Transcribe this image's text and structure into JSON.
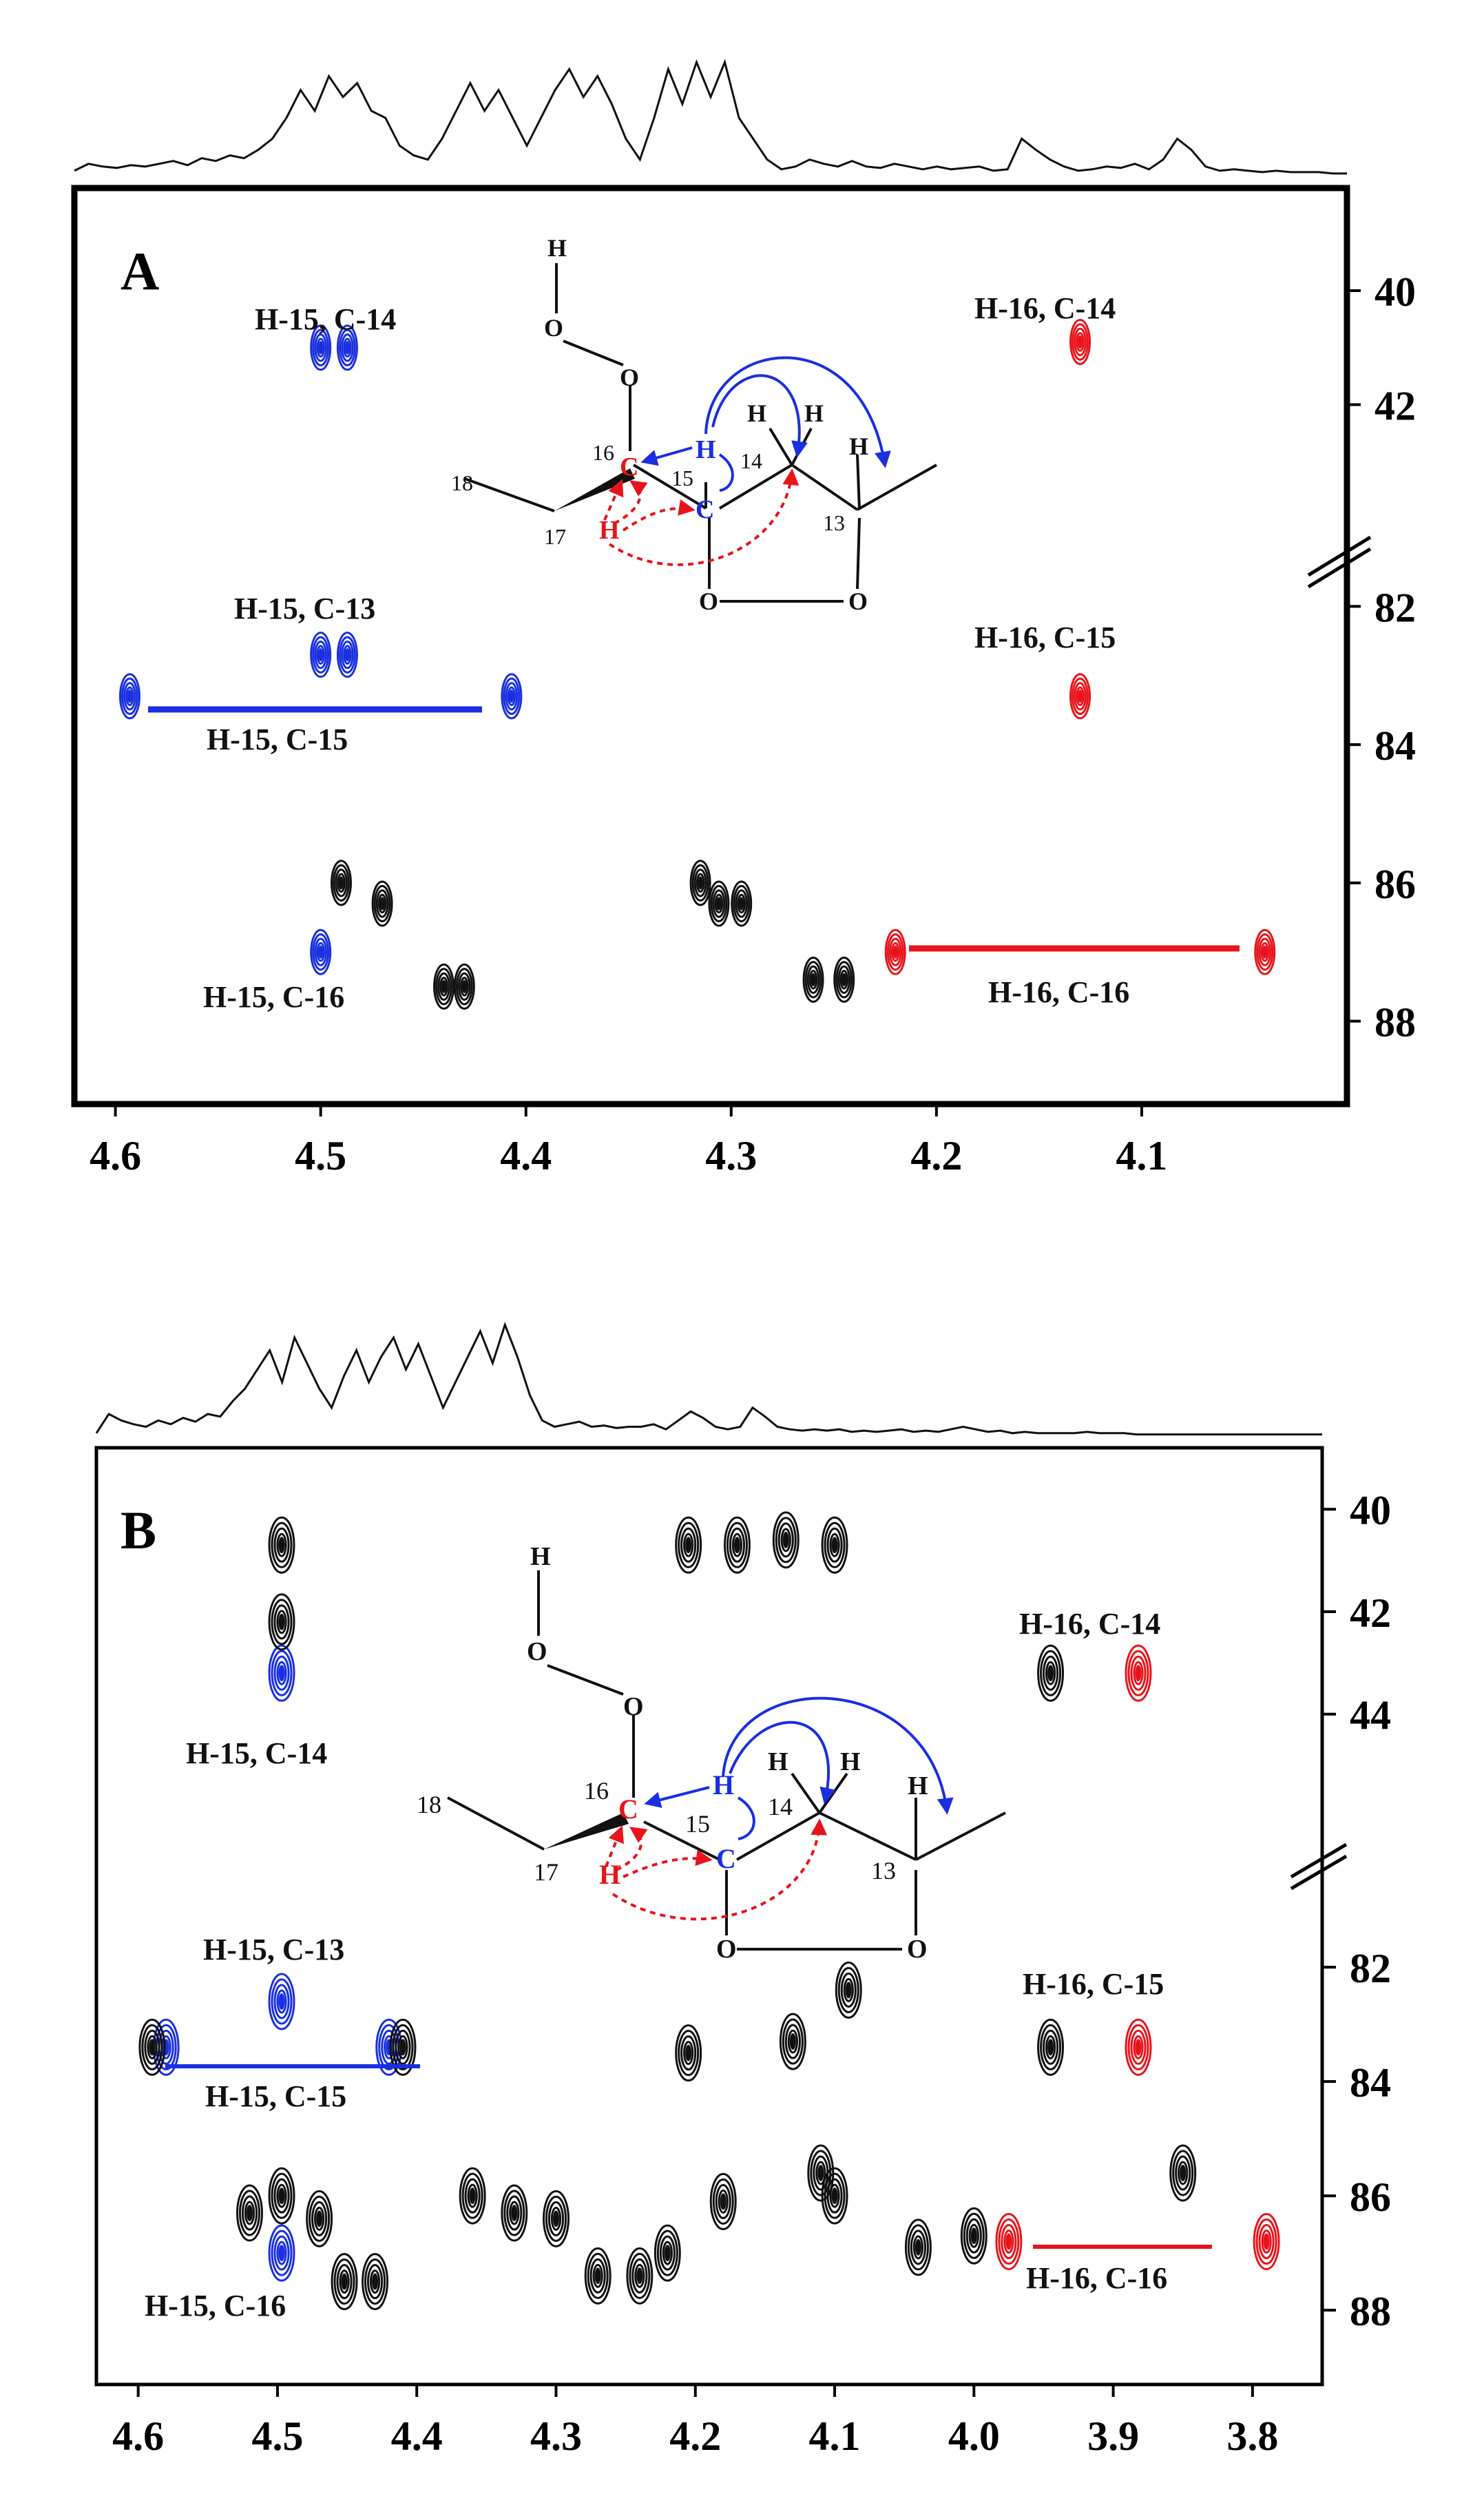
{
  "chart_data": [
    {
      "type": "scatter",
      "panel_label": "A",
      "xlim": [
        4.62,
        4.0
      ],
      "x_ticks": [
        "4.6",
        "4.5",
        "4.4",
        "4.3",
        "4.2",
        "4.1"
      ],
      "y_ticks_upper": [
        "40",
        "42"
      ],
      "y_ticks_lower": [
        "82",
        "84",
        "86",
        "88"
      ],
      "ylim_upper": [
        38.2,
        43.6
      ],
      "ylim_lower": [
        80.8,
        89.2
      ],
      "axis_break": true,
      "annotations": [
        "H-15, C-14",
        "H-16, C-14",
        "H-15, C-13",
        "H-16, C-15",
        "H-15, C-15",
        "H-15, C-16",
        "H-16, C-16"
      ],
      "cross_peaks": [
        {
          "label": "H-15, C-14",
          "color": "#1a2fe0",
          "points": [
            [
              4.5,
              41.0
            ],
            [
              4.487,
              41.0
            ]
          ]
        },
        {
          "label": "H-16, C-14",
          "color": "#e8141b",
          "points": [
            [
              4.13,
              40.9
            ]
          ]
        },
        {
          "label": "H-15, C-13",
          "color": "#1a2fe0",
          "points": [
            [
              4.5,
              82.7
            ],
            [
              4.487,
              82.7
            ]
          ]
        },
        {
          "label": "H-16, C-15",
          "color": "#e8141b",
          "points": [
            [
              4.13,
              83.3
            ]
          ]
        },
        {
          "label": "H-15, C-15",
          "color": "#1a2fe0",
          "points": [
            [
              4.593,
              83.3
            ],
            [
              4.407,
              83.3
            ]
          ]
        },
        {
          "label": "H-15, C-16",
          "color": "#1a2fe0",
          "points": [
            [
              4.5,
              87.0
            ]
          ]
        },
        {
          "label": "H-16, C-16",
          "color": "#e8141b",
          "points": [
            [
              4.22,
              87.0
            ],
            [
              4.04,
              87.0
            ]
          ]
        },
        {
          "label": "",
          "color": "#111111",
          "points": [
            [
              4.49,
              86.0
            ],
            [
              4.47,
              86.3
            ],
            [
              4.44,
              87.5
            ],
            [
              4.43,
              87.5
            ],
            [
              4.306,
              86.3
            ],
            [
              4.295,
              86.3
            ],
            [
              4.26,
              87.4
            ],
            [
              4.245,
              87.4
            ],
            [
              4.315,
              86.0
            ]
          ]
        }
      ],
      "proton_trace": [
        0.93,
        0.88,
        0.9,
        0.91,
        0.89,
        0.9,
        0.88,
        0.86,
        0.89,
        0.84,
        0.86,
        0.82,
        0.84,
        0.78,
        0.7,
        0.55,
        0.35,
        0.5,
        0.25,
        0.4,
        0.3,
        0.5,
        0.55,
        0.75,
        0.82,
        0.85,
        0.7,
        0.5,
        0.3,
        0.5,
        0.35,
        0.55,
        0.75,
        0.55,
        0.35,
        0.2,
        0.4,
        0.25,
        0.45,
        0.7,
        0.85,
        0.55,
        0.2,
        0.45,
        0.15,
        0.4,
        0.15,
        0.55,
        0.7,
        0.85,
        0.92,
        0.9,
        0.85,
        0.88,
        0.9,
        0.86,
        0.9,
        0.91,
        0.88,
        0.9,
        0.92,
        0.9,
        0.92,
        0.91,
        0.9,
        0.93,
        0.92,
        0.7,
        0.78,
        0.85,
        0.9,
        0.93,
        0.92,
        0.9,
        0.91,
        0.88,
        0.92,
        0.85,
        0.7,
        0.78,
        0.9,
        0.93,
        0.92,
        0.93,
        0.94,
        0.93,
        0.94,
        0.94,
        0.94,
        0.95,
        0.95
      ]
    },
    {
      "type": "scatter",
      "panel_label": "B",
      "xlim": [
        4.63,
        3.75
      ],
      "x_ticks": [
        "4.6",
        "4.5",
        "4.4",
        "4.3",
        "4.2",
        "4.1",
        "4.0",
        "3.9",
        "3.8"
      ],
      "y_ticks_upper": [
        "40",
        "42",
        "44"
      ],
      "y_ticks_lower": [
        "82",
        "84",
        "86",
        "88"
      ],
      "ylim_upper": [
        38.8,
        45.9
      ],
      "ylim_lower": [
        80.6,
        89.3
      ],
      "axis_break": true,
      "annotations": [
        "H-16, C-14",
        "H-15, C-14",
        "H-15, C-13",
        "H-16, C-15",
        "H-15, C-15",
        "H-15, C-16",
        "H-16, C-16"
      ],
      "cross_peaks": [
        {
          "label": "H-15, C-14",
          "color": "#1a2fe0",
          "points": [
            [
              4.497,
              43.2
            ]
          ]
        },
        {
          "label": "H-16, C-14",
          "color": "#e8141b",
          "points": [
            [
              3.882,
              43.2
            ]
          ]
        },
        {
          "label": "H-15, C-13",
          "color": "#1a2fe0",
          "points": [
            [
              4.497,
              82.6
            ]
          ]
        },
        {
          "label": "H-16, C-15",
          "color": "#e8141b",
          "points": [
            [
              3.882,
              83.4
            ]
          ]
        },
        {
          "label": "H-15, C-15",
          "color": "#1a2fe0",
          "points": [
            [
              4.58,
              83.4
            ],
            [
              4.42,
              83.4
            ]
          ]
        },
        {
          "label": "H-15, C-16",
          "color": "#1a2fe0",
          "points": [
            [
              4.497,
              87.0
            ]
          ]
        },
        {
          "label": "H-16, C-16",
          "color": "#e8141b",
          "points": [
            [
              3.975,
              86.8
            ],
            [
              3.79,
              86.8
            ]
          ]
        },
        {
          "label": "",
          "color": "#111111",
          "points": [
            [
              4.497,
              40.7
            ],
            [
              4.497,
              42.2
            ],
            [
              4.205,
              40.7
            ],
            [
              4.17,
              40.7
            ],
            [
              4.135,
              40.6
            ],
            [
              4.1,
              40.7
            ],
            [
              3.945,
              43.2
            ],
            [
              4.59,
              83.4
            ],
            [
              4.41,
              83.4
            ],
            [
              4.497,
              86.0
            ],
            [
              4.47,
              86.4
            ],
            [
              4.52,
              86.3
            ],
            [
              4.452,
              87.5
            ],
            [
              4.43,
              87.5
            ],
            [
              4.36,
              86.0
            ],
            [
              4.33,
              86.3
            ],
            [
              4.3,
              86.4
            ],
            [
              4.27,
              87.4
            ],
            [
              4.24,
              87.4
            ],
            [
              4.22,
              87.0
            ],
            [
              4.205,
              83.5
            ],
            [
              4.13,
              83.3
            ],
            [
              4.09,
              82.4
            ],
            [
              4.11,
              85.6
            ],
            [
              4.1,
              86.0
            ],
            [
              4.04,
              86.9
            ],
            [
              3.945,
              83.4
            ],
            [
              3.85,
              85.6
            ],
            [
              4.0,
              86.7
            ],
            [
              4.18,
              86.1
            ]
          ]
        }
      ],
      "proton_trace": [
        0.95,
        0.8,
        0.85,
        0.88,
        0.9,
        0.85,
        0.88,
        0.83,
        0.86,
        0.8,
        0.82,
        0.7,
        0.6,
        0.45,
        0.3,
        0.55,
        0.2,
        0.4,
        0.6,
        0.75,
        0.5,
        0.3,
        0.55,
        0.35,
        0.2,
        0.45,
        0.25,
        0.5,
        0.75,
        0.55,
        0.35,
        0.15,
        0.4,
        0.1,
        0.35,
        0.65,
        0.85,
        0.9,
        0.88,
        0.86,
        0.9,
        0.89,
        0.91,
        0.9,
        0.9,
        0.88,
        0.92,
        0.85,
        0.78,
        0.83,
        0.9,
        0.92,
        0.9,
        0.75,
        0.82,
        0.9,
        0.92,
        0.93,
        0.92,
        0.93,
        0.92,
        0.94,
        0.93,
        0.94,
        0.93,
        0.92,
        0.94,
        0.93,
        0.94,
        0.92,
        0.9,
        0.92,
        0.94,
        0.93,
        0.95,
        0.94,
        0.95,
        0.95,
        0.95,
        0.95,
        0.94,
        0.95,
        0.95,
        0.95,
        0.96,
        0.96,
        0.96,
        0.96,
        0.96,
        0.96,
        0.96,
        0.96,
        0.96,
        0.96,
        0.96,
        0.96,
        0.96,
        0.96,
        0.96,
        0.96
      ]
    }
  ],
  "structure": {
    "atom_labels": [
      "H",
      "O",
      "O",
      "H",
      "H",
      "H",
      "C",
      "C",
      "H",
      "O",
      "O"
    ],
    "numbers": [
      "16",
      "15",
      "14",
      "13",
      "18",
      "17"
    ],
    "colors": {
      "blue": "#1a2fe0",
      "red": "#e8141b",
      "black": "#111111"
    }
  }
}
